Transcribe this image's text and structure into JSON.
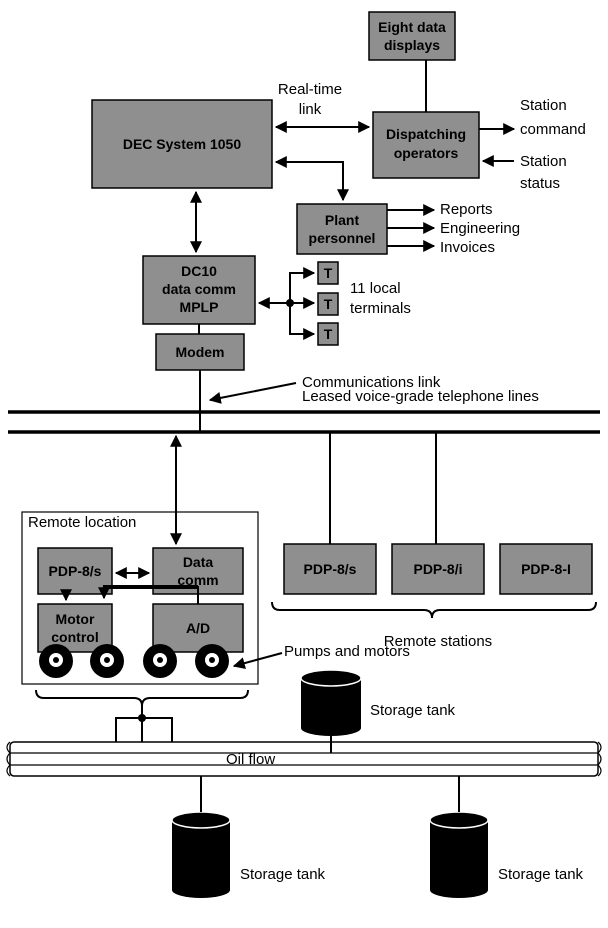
{
  "boxes": {
    "displays": [
      "Eight data",
      "displays"
    ],
    "dispatch": [
      "Dispatching",
      "operators"
    ],
    "dec": [
      "DEC System 1050"
    ],
    "plant": [
      "Plant",
      "personnel"
    ],
    "dc10": [
      "DC10",
      "data comm",
      "MPLP"
    ],
    "terminal": "T",
    "modem": [
      "Modem"
    ],
    "pdp8s_remote": [
      "PDP-8/s"
    ],
    "datacomm": [
      "Data",
      "comm"
    ],
    "motor": [
      "Motor",
      "control"
    ],
    "ad": [
      "A/D"
    ],
    "pdp8s": [
      "PDP-8/s"
    ],
    "pdp8i_a": [
      "PDP-8/i"
    ],
    "pdp8i_b": [
      "PDP-8-I"
    ]
  },
  "labels": {
    "realtime": [
      "Real-time",
      "link"
    ],
    "station_command": "Station command",
    "station_status": [
      "Station",
      "status"
    ],
    "reports": "Reports",
    "engineering": "Engineering",
    "invoices": "Invoices",
    "local_terminals": [
      "11 local",
      "terminals"
    ],
    "comm_link": "Communications link",
    "leased_lines": "Leased voice-grade telephone lines",
    "remote_location": "Remote location",
    "remote_stations": "Remote stations",
    "pumps_motors": "Pumps and motors",
    "oil_flow": "Oil flow",
    "storage_tank": "Storage tank"
  },
  "colors": {
    "box_fill": "#8f8f8f",
    "ink": "#000000",
    "background": "#ffffff"
  }
}
